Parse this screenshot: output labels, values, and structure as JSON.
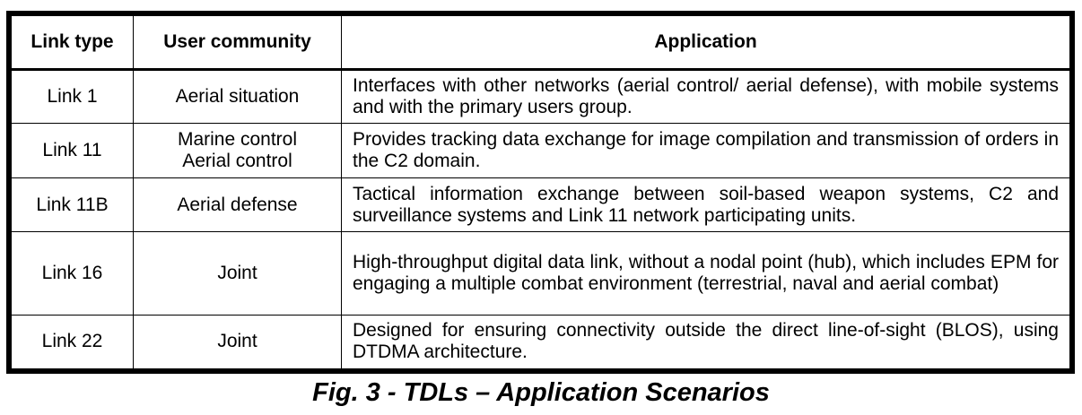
{
  "table": {
    "headers": {
      "link_type": "Link type",
      "user_community": "User community",
      "application": "Application"
    },
    "rows": [
      {
        "link": "Link 1",
        "users": [
          "Aerial situation"
        ],
        "application": "Interfaces with other networks (aerial control/ aerial defense), with mobile systems and with the primary users group."
      },
      {
        "link": "Link 11",
        "users": [
          "Marine control",
          "Aerial control"
        ],
        "application": "Provides tracking data exchange for image compilation and transmission of orders in the C2 domain."
      },
      {
        "link": "Link 11B",
        "users": [
          "Aerial defense"
        ],
        "application": "Tactical information exchange between soil-based weapon systems, C2 and surveillance systems and Link 11 network participating units."
      },
      {
        "link": "Link 16",
        "users": [
          "Joint"
        ],
        "application": "High-throughput digital data link, without a nodal point (hub), which includes EPM for engaging a multiple combat environment (terrestrial, naval and aerial combat)"
      },
      {
        "link": "Link 22",
        "users": [
          "Joint"
        ],
        "application": "Designed for ensuring connectivity outside the direct line-of-sight (BLOS), using DTDMA architecture."
      }
    ]
  },
  "caption": "Fig. 3 - TDLs – Application Scenarios"
}
